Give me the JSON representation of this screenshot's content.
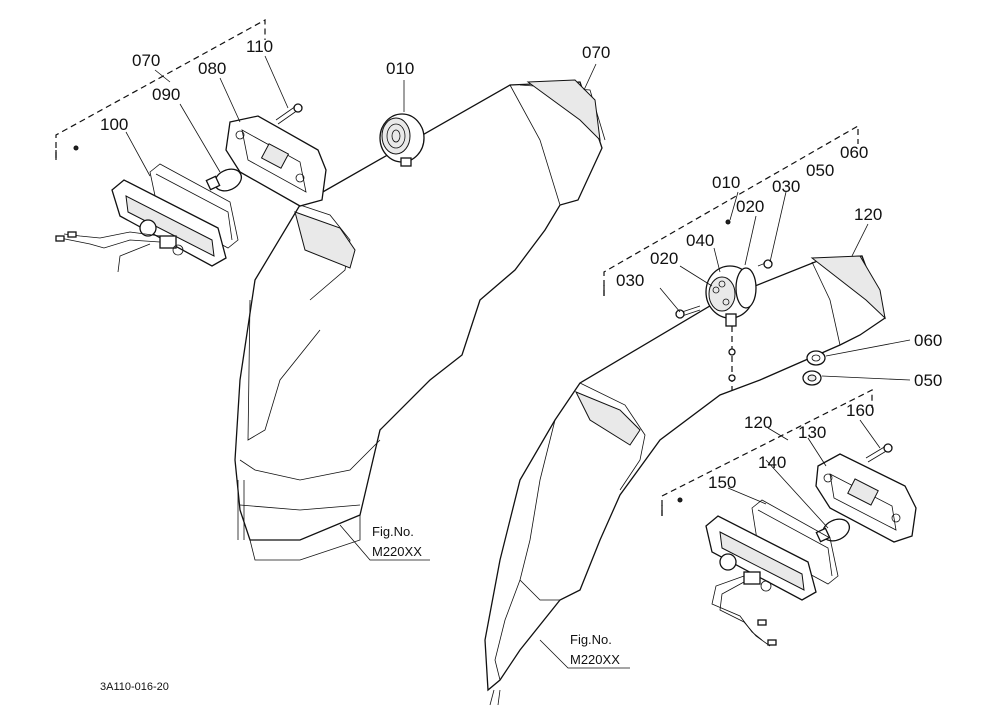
{
  "labels": {
    "left_070a": "070",
    "left_110": "110",
    "left_080": "080",
    "left_090": "090",
    "left_100": "100",
    "left_010": "010",
    "left_070b": "070",
    "r_060a": "060",
    "r_050a": "050",
    "r_010": "010",
    "r_030a": "030",
    "r_020a": "020",
    "r_040": "040",
    "r_020b": "020",
    "r_030b": "030",
    "r_120a": "120",
    "r_060b": "060",
    "r_050b": "050",
    "r_160": "160",
    "r_120b": "120",
    "r_130": "130",
    "r_140": "140",
    "r_150": "150"
  },
  "fig_refs": {
    "left": {
      "title": "Fig.No.",
      "number": "M220XX"
    },
    "right": {
      "title": "Fig.No.",
      "number": "M220XX"
    }
  },
  "drawing_code": "3A110-016-20",
  "colors": {
    "line": "#111111",
    "background": "#ffffff",
    "shade": "#e9e9e9"
  }
}
